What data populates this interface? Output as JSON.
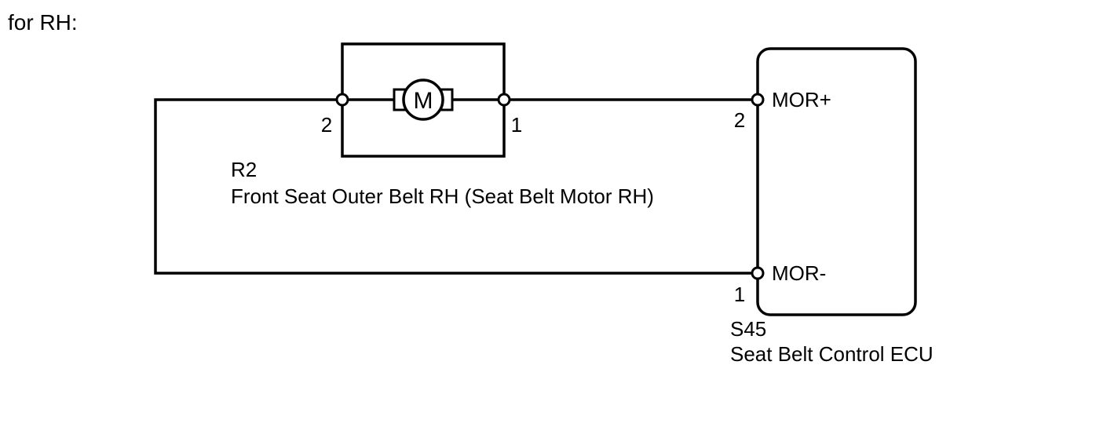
{
  "heading": "for RH:",
  "motor": {
    "connector": "R2",
    "name": "Front Seat Outer Belt RH (Seat Belt Motor RH)",
    "symbol": "M",
    "pin_left": "2",
    "pin_right": "1"
  },
  "ecu": {
    "connector": "S45",
    "name": "Seat Belt Control ECU",
    "pins": [
      {
        "signal": "MOR+",
        "number": "2"
      },
      {
        "signal": "MOR-",
        "number": "1"
      }
    ]
  },
  "colors": {
    "line": "#000000",
    "background": "#ffffff"
  }
}
